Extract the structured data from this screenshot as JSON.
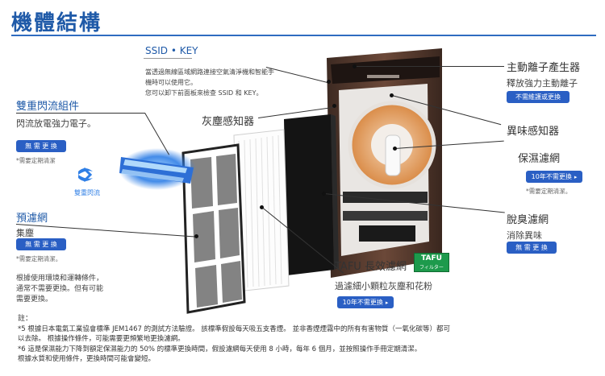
{
  "page": {
    "title": "機體結構"
  },
  "ssid": {
    "heading": "SSID • KEY",
    "desc_lines": [
      "當透過無線區域網路連接空氣清淨機和智能手",
      "機時可以使用它。",
      "您可以卸下前面板來檢查 SSID 和 KEY。"
    ]
  },
  "double_flow": {
    "heading": "雙重閃流組件",
    "desc": "閃流放電強力電子。",
    "badge": "無 需 更 換",
    "note": "*需要定期清潔",
    "logo_text": "雙重閃流"
  },
  "dust_sensor": {
    "heading": "灰塵感知器"
  },
  "pre_filter": {
    "heading": "預濾網",
    "desc": "集塵",
    "badge": "無 需 更 換",
    "note": "*需要定期清潔。",
    "extra_lines": [
      "根據使用環境和運轉條件，",
      "通常不需要更換。但有可能",
      "需要更換。"
    ]
  },
  "ion_generator": {
    "heading": "主動離子產生器",
    "desc": "釋放強力主動離子",
    "badge": "不需維護或更換"
  },
  "odor_sensor": {
    "heading": "異味感知器"
  },
  "humid_filter": {
    "heading": "保濕濾網",
    "badge": "10年不需更換",
    "note": "*需要定期清潔。"
  },
  "deodor_filter": {
    "heading": "脫臭濾網",
    "desc": "消除異味",
    "badge": "無 需 更 換"
  },
  "tafu_filter": {
    "heading": "TAFU 長效濾網",
    "desc": "過濾細小顆粒灰塵和花粉",
    "badge": "10年不需更換",
    "logo_main": "TAFU",
    "logo_sub": "フィルター"
  },
  "notes": {
    "label": "註：",
    "lines": [
      "*5 根據日本電氣工業協會標準 JEM1467 的測試方法驗證。 該標準假設每天吸五支香煙。 並非香煙煙霧中的所有有害物質（一氧化碳等）都可",
      "   以去除。 根據操作條件，可能需要更頻繁地更換濾網。",
      "*6 這是保濕能力下降到額定保濕能力的 50% 的標準更換時間，假設濾網每天使用 8 小時，每年 6 個月，並按照操作手冊定期清潔。",
      "   根據水質和使用條件，更換時間可能會變短。"
    ]
  },
  "colors": {
    "accent": "#1f5aa8",
    "badge": "#2a5fc4",
    "unit_body": "#5a3a2c",
    "tafu_green": "#1d9a4c"
  }
}
